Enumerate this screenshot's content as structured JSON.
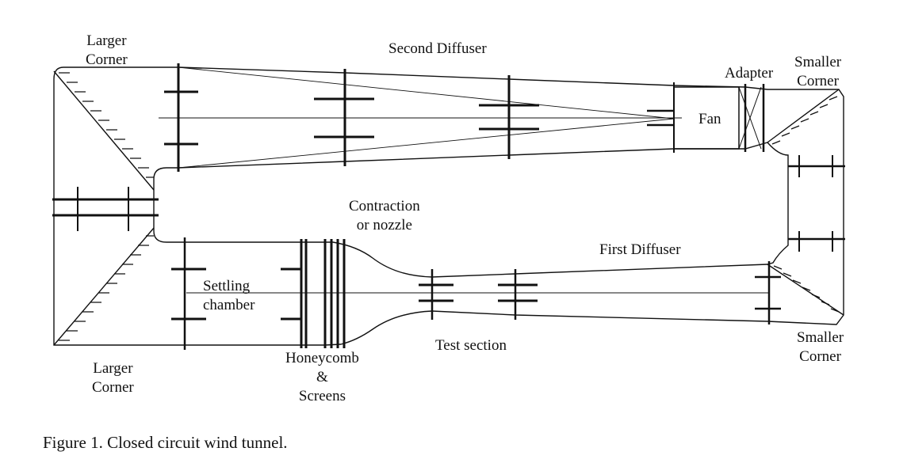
{
  "figure": {
    "caption": "Figure 1. Closed circuit wind tunnel."
  },
  "labels": {
    "larger_corner_top": [
      "Larger",
      "Corner"
    ],
    "larger_corner_bottom": [
      "Larger",
      "Corner"
    ],
    "second_diffuser": "Second Diffuser",
    "adapter": "Adapter",
    "smaller_corner_top": [
      "Smaller",
      "Corner"
    ],
    "smaller_corner_bottom": [
      "Smaller",
      "Corner"
    ],
    "fan": "Fan",
    "contraction": [
      "Contraction",
      "or nozzle"
    ],
    "first_diffuser": "First Diffuser",
    "settling_chamber": [
      "Settling",
      "chamber"
    ],
    "test_section": "Test section",
    "honeycomb": [
      "Honeycomb",
      "&",
      "Screens"
    ]
  }
}
